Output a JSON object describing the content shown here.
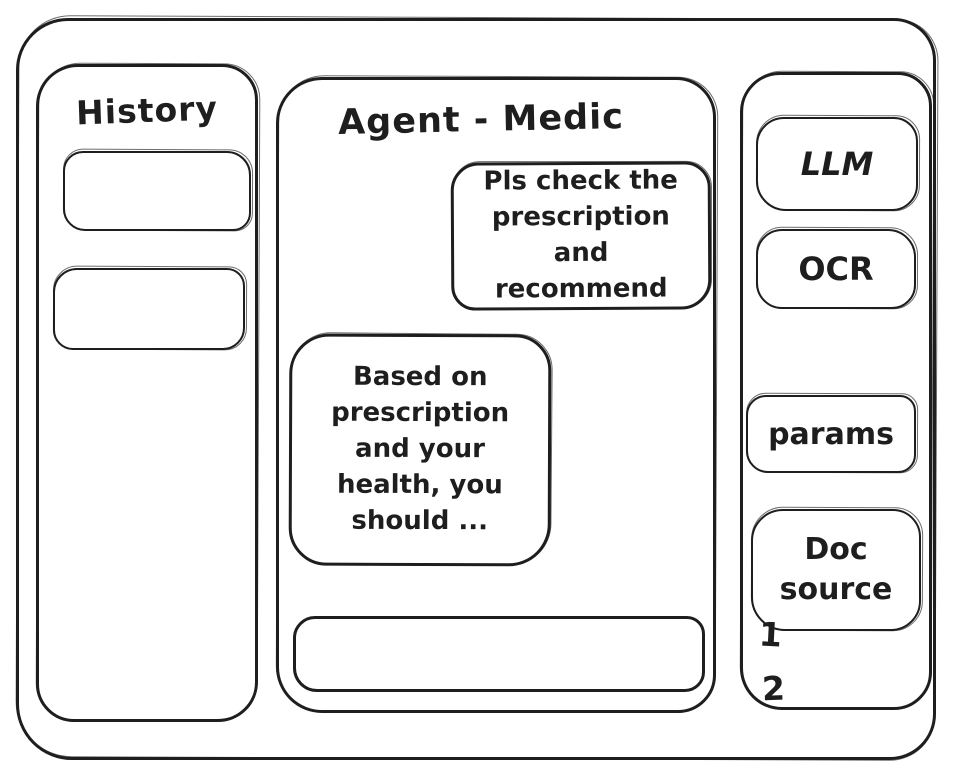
{
  "window": {
    "background": "#ffffff",
    "ink_color": "#1e1e1e"
  },
  "history_panel": {
    "title": "History",
    "items": [
      {
        "label": ""
      },
      {
        "label": ""
      }
    ]
  },
  "chat_panel": {
    "title": "Agent - Medic",
    "messages": [
      {
        "role": "user",
        "text": "Pls check the prescription and recommend"
      },
      {
        "role": "assistant",
        "text": "Based on prescription and your health, you should ..."
      }
    ],
    "input": {
      "value": "",
      "placeholder": ""
    }
  },
  "tools_panel": {
    "items": [
      {
        "id": "llm",
        "label": "LLM"
      },
      {
        "id": "ocr",
        "label": "OCR"
      },
      {
        "id": "params",
        "label": "params"
      },
      {
        "id": "doc-source",
        "label": "Doc source"
      }
    ],
    "doc_source_items": [
      "1",
      "2"
    ]
  }
}
